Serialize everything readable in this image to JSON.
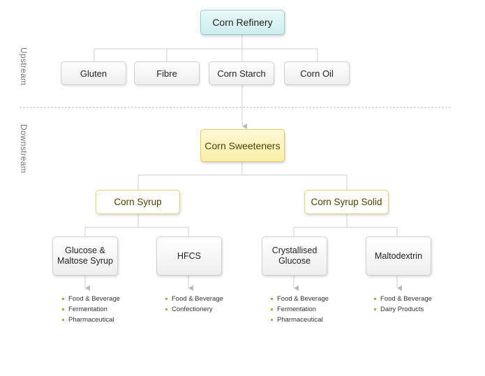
{
  "sections": {
    "upstream": "Upstream",
    "downstream": "Downstream"
  },
  "root": "Corn Refinery",
  "upstream_products": [
    "Gluten",
    "Fibre",
    "Corn Starch",
    "Corn Oil"
  ],
  "sweeteners": "Corn Sweeteners",
  "syrup_types": [
    "Corn Syrup",
    "Corn Syrup Solid"
  ],
  "products": [
    {
      "label": "Glucose &\nMaltose Syrup",
      "uses": [
        "Food & Beverage",
        "Fermentation",
        "Pharmaceutical"
      ]
    },
    {
      "label": "HFCS",
      "uses": [
        "Food & Beverage",
        "Confectionery"
      ]
    },
    {
      "label": "Crystallised\nGlucose",
      "uses": [
        "Food & Beverage",
        "Fermentation",
        "Pharmaceutical"
      ]
    },
    {
      "label": "Maltodextrin",
      "uses": [
        "Food & Beverage",
        "Dairy Products"
      ]
    }
  ]
}
